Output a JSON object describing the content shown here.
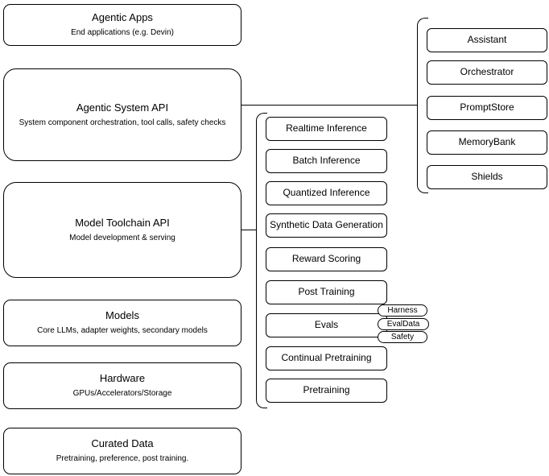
{
  "layers": [
    {
      "title": "Agentic Apps",
      "subtitle": "End applications (e.g. Devin)"
    },
    {
      "title": "Agentic System API",
      "subtitle": "System component orchestration, tool calls, safety checks"
    },
    {
      "title": "Model Toolchain API",
      "subtitle": "Model development & serving"
    },
    {
      "title": "Models",
      "subtitle": "Core LLMs, adapter weights, secondary models"
    },
    {
      "title": "Hardware",
      "subtitle": "GPUs/Accelerators/Storage"
    },
    {
      "title": "Curated Data",
      "subtitle": "Pretraining, preference, post training."
    }
  ],
  "toolchain": {
    "items": [
      {
        "label": "Realtime Inference"
      },
      {
        "label": "Batch Inference"
      },
      {
        "label": "Quantized Inference"
      },
      {
        "label": "Synthetic Data Generation"
      },
      {
        "label": "Reward Scoring"
      },
      {
        "label": "Post Training"
      },
      {
        "label": "Evals"
      },
      {
        "label": "Continual Pretraining"
      },
      {
        "label": "Pretraining"
      }
    ],
    "eval_tags": [
      {
        "label": "Harness"
      },
      {
        "label": "EvalData"
      },
      {
        "label": "Safety"
      }
    ]
  },
  "agentic_components": {
    "items": [
      {
        "label": "Assistant"
      },
      {
        "label": "Orchestrator"
      },
      {
        "label": "PromptStore"
      },
      {
        "label": "MemoryBank"
      },
      {
        "label": "Shields"
      }
    ]
  },
  "colors": {
    "stroke": "#000000",
    "fill": "#ffffff",
    "text": "#000000"
  }
}
